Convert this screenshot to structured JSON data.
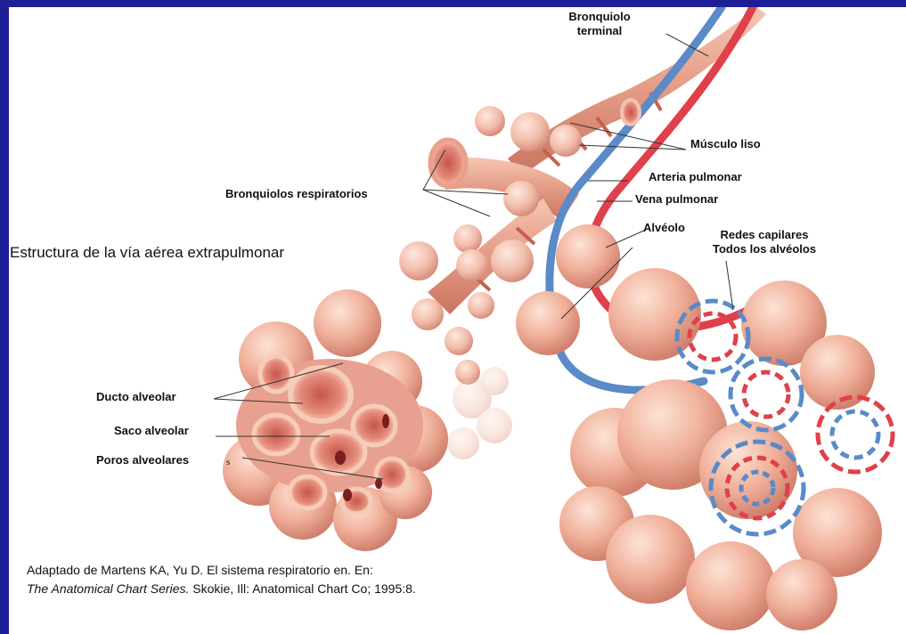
{
  "title": "Estructura de la vía aérea extrapulmonar",
  "labels": {
    "bronquiolo_terminal_1": "Bronquiolo",
    "bronquiolo_terminal_2": "terminal",
    "musculo_liso": "Músculo liso",
    "arteria_pulmonar": "Arteria pulmonar",
    "vena_pulmonar": "Vena pulmonar",
    "alveolo": "Alvéolo",
    "redes_capilares_1": "Redes capilares",
    "redes_capilares_2": "Todos los alvéolos",
    "bronquiolos_respiratorios": "Bronquiolos respiratorios",
    "ducto_alveolar": "Ducto alveolar",
    "saco_alveolar": "Saco alveolar",
    "poros_alveolares": "Poros  alveolares",
    "s_marker": "s"
  },
  "credit": {
    "line1": "Adaptado de Martens KA, Yu D. El sistema respiratorio en. En:",
    "line2_italic": "The Anatomical Chart Series.",
    "line2_rest": " Skokie, Ill: Anatomical Chart Co; 1995:8."
  },
  "colors": {
    "frame": "#1e1e96",
    "alveolus": "#f0b09a",
    "airway": "#e09078",
    "artery": "#e0404a",
    "vein": "#5a8ac8"
  }
}
